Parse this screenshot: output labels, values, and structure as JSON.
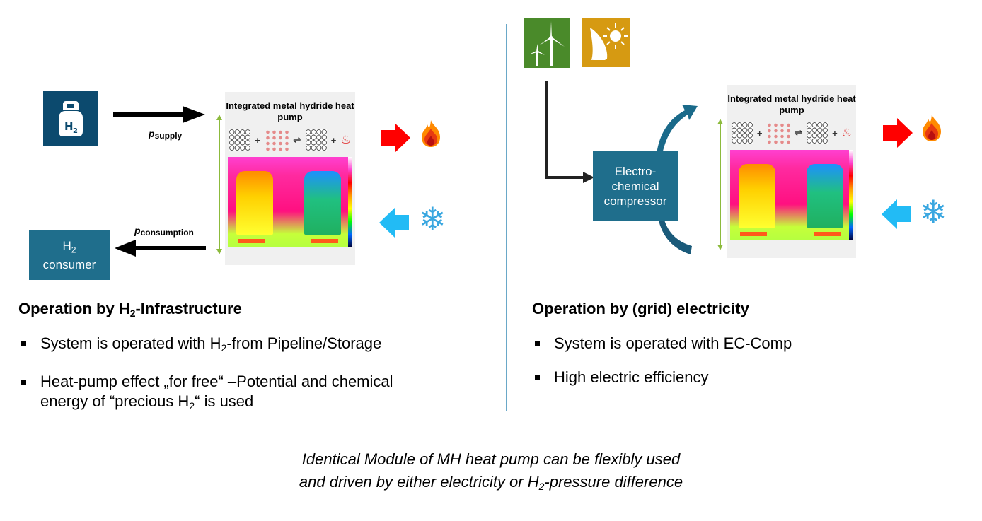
{
  "left_panel": {
    "h2_tank_label": "H",
    "h2_tank_sub": "2",
    "supply_label": "p",
    "supply_sub": "supply",
    "consumption_label": "p",
    "consumption_sub": "consumption",
    "consumer_line1": "H",
    "consumer_line1_sub": "2",
    "consumer_line2": "consumer",
    "heat_pump_title": "Integrated metal hydride heat pump",
    "heading_pre": "Operation by H",
    "heading_sub": "2",
    "heading_post": "-Infrastructure",
    "bullets": [
      {
        "pre": "System is operated with H",
        "sub": "2",
        "post": "-from Pipeline/Storage"
      },
      {
        "pre": "Heat-pump effect „for free“ –Potential and chemical energy of “precious H",
        "sub": "2",
        "post": "“ is used"
      }
    ]
  },
  "right_panel": {
    "renewable_icons": [
      "wind-turbine-icon",
      "solar-dish-icon"
    ],
    "compressor_line1": "Electro-",
    "compressor_line2": "chemical",
    "compressor_line3": "compressor",
    "heat_pump_title": "Integrated metal hydride heat pump",
    "heading": "Operation by (grid) electricity",
    "bullets": [
      "System is operated with EC-Comp",
      "High electric efficiency"
    ]
  },
  "symbols": {
    "reaction_plus": "+",
    "reaction_equilibrium": "⇌",
    "snowflake": "❄"
  },
  "footer": {
    "line1": "Identical Module of MH heat pump can be flexibly used",
    "line2_pre": "and driven by either electricity or H",
    "line2_sub": "2",
    "line2_post": "-pressure difference"
  },
  "colors": {
    "tank_bg": "#0c4a6e",
    "teal_box": "#1f6e8c",
    "wind_green": "#4a8a2a",
    "solar_orange": "#d69a12",
    "heat_arrow": "#ff0000",
    "cold_arrow": "#22bbf5",
    "snowflake": "#3aa7e0",
    "divider": "#6aa8c8",
    "pressure_arrow": "#8cba3c"
  }
}
